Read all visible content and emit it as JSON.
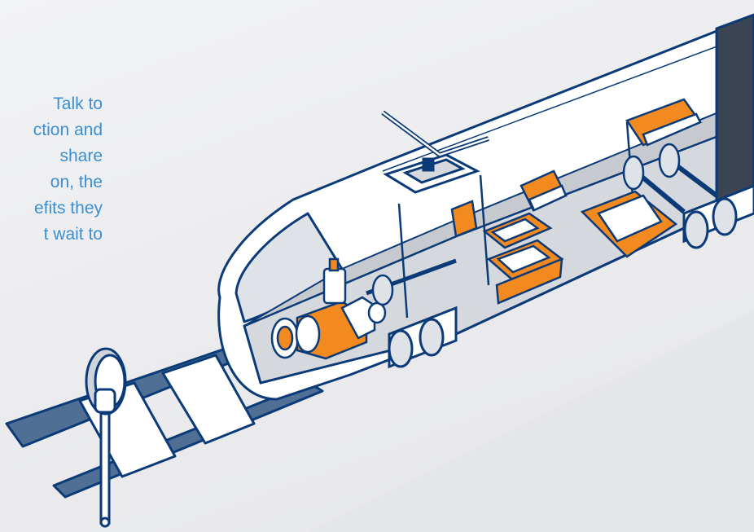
{
  "intro": {
    "lines": [
      "Talk to",
      "ction and",
      "share",
      "on, the",
      "efits they",
      "t wait to"
    ]
  },
  "colors": {
    "outline": "#0b3a78",
    "accent": "#f28a1f",
    "text": "#3a8fd3",
    "body_fill": "#ffffff",
    "interior": "#d9dbdf"
  },
  "illustration": {
    "subject": "train-cutaway",
    "components": [
      "pantograph",
      "traction-motor",
      "transformer",
      "converter-modules",
      "bogie-wheels",
      "axles",
      "signal-post",
      "rail-track"
    ]
  }
}
